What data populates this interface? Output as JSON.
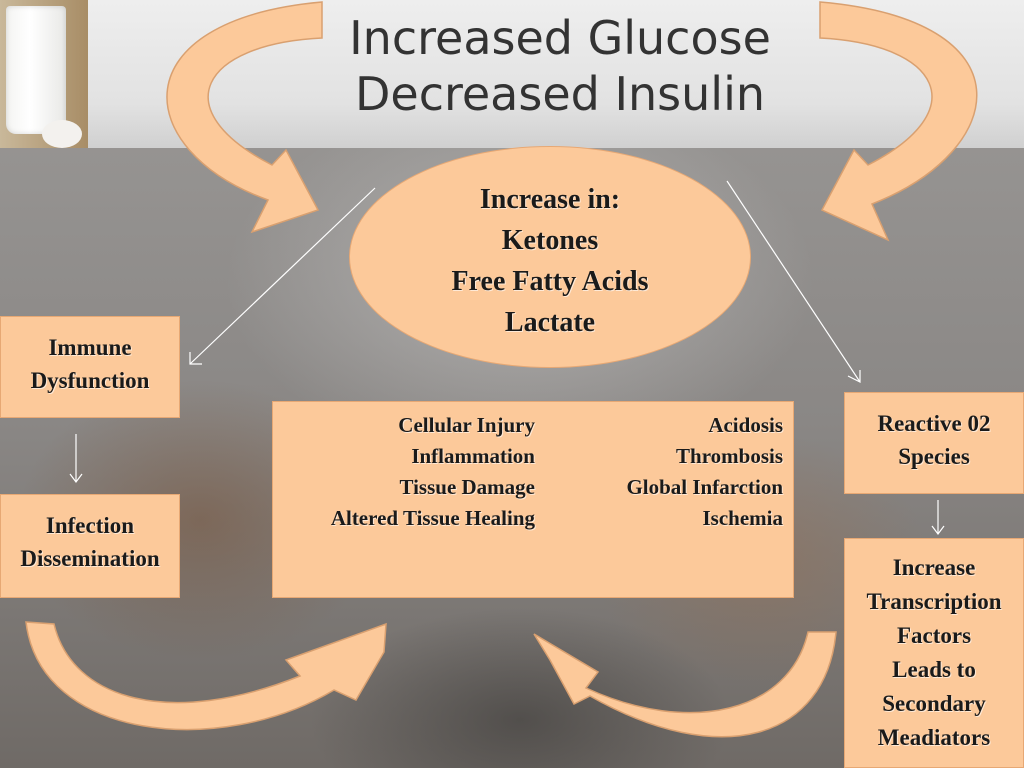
{
  "title": {
    "line1": "Increased Glucose",
    "line2": "Decreased Insulin"
  },
  "ellipse": {
    "lines": [
      "Increase in:",
      "Ketones",
      "Free Fatty Acids",
      "Lactate"
    ]
  },
  "immune_box": {
    "lines": [
      "Immune",
      "Dysfunction"
    ]
  },
  "infection_box": {
    "lines": [
      "Infection",
      "Dissemination"
    ]
  },
  "ros_box": {
    "lines": [
      "Reactive 02",
      "Species"
    ]
  },
  "transcription_box": {
    "lines": [
      "Increase",
      "Transcription",
      "Factors",
      "Leads to",
      "Secondary",
      "Meadiators"
    ]
  },
  "center_box": {
    "left_items": [
      "Cellular Injury",
      "Inflammation",
      "Tissue Damage",
      "Altered Tissue Healing"
    ],
    "right_items": [
      "Acidosis",
      "Thrombosis",
      "Global Infarction",
      "Ischemia"
    ]
  },
  "colors": {
    "box_fill": "#fcc99a",
    "box_border": "#e7a874",
    "arrow_fill": "#fcc99a",
    "connector_line": "#ffffff"
  }
}
